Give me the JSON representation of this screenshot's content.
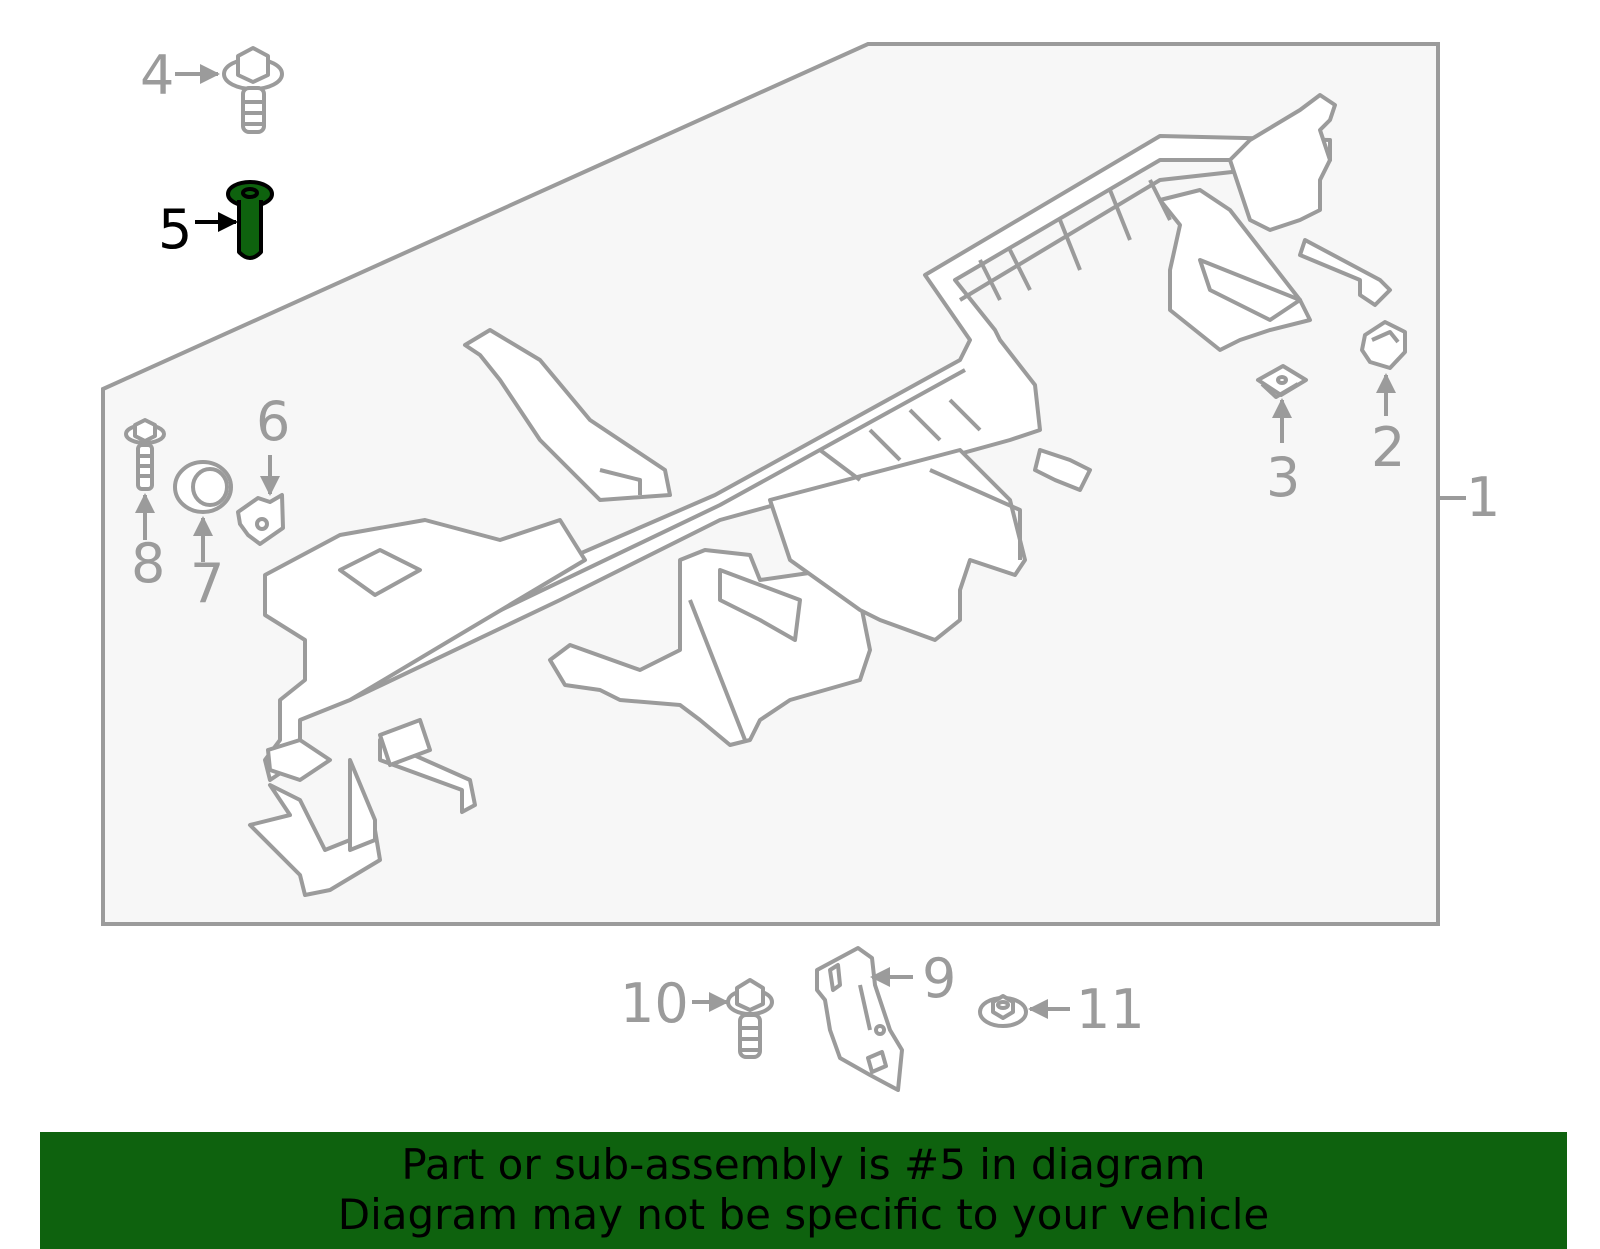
{
  "colors": {
    "line_gray": "#9b9b9b",
    "panel_fill": "#f7f7f7",
    "highlight_green": "#0e620e",
    "highlight_text": "#000000",
    "banner_bg": "#0e620e"
  },
  "callouts": {
    "c1": "1",
    "c2": "2",
    "c3": "3",
    "c4": "4",
    "c5": "5",
    "c6": "6",
    "c7": "7",
    "c8": "8",
    "c9": "9",
    "c10": "10",
    "c11": "11"
  },
  "highlighted_part": "5",
  "banner": {
    "line1": "Part or sub-assembly is #5 in diagram",
    "line2": "Diagram may not be specific to your vehicle"
  }
}
